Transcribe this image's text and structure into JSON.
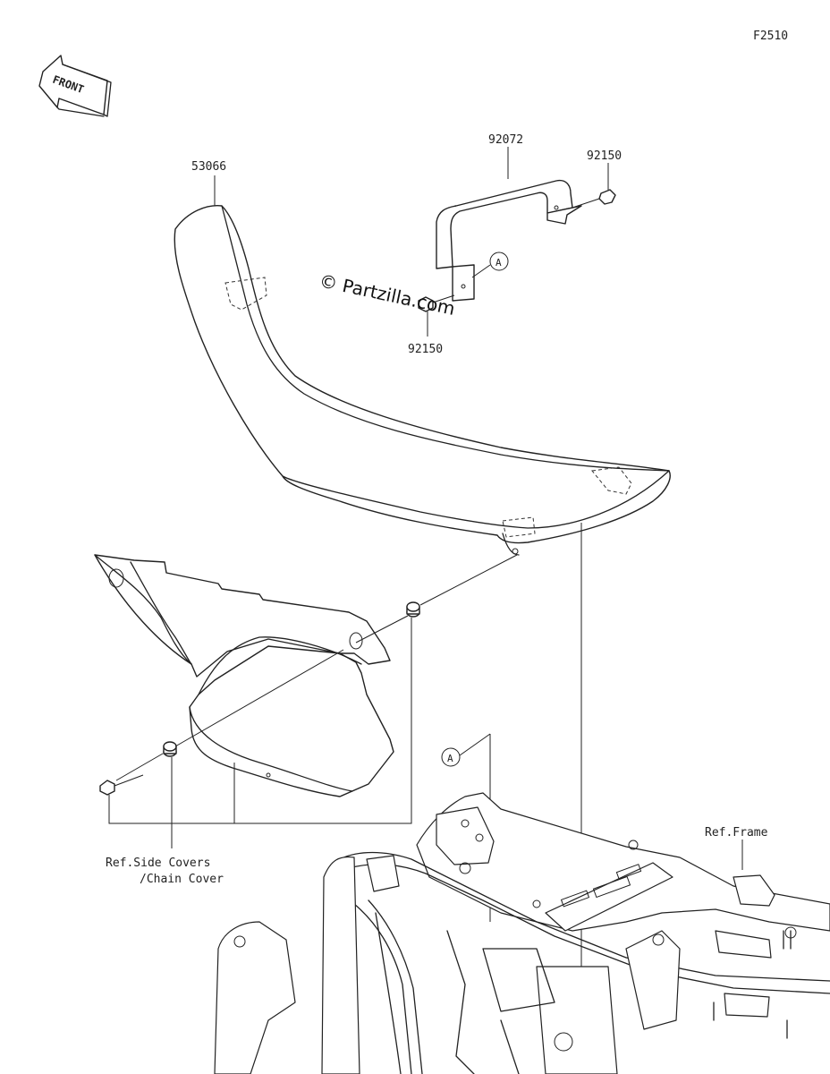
{
  "figure_code": "F2510",
  "front_label": "FRONT",
  "watermark": "© Partzilla.com",
  "callouts": {
    "seat": "53066",
    "strap": "92072",
    "bolt_right": "92150",
    "bolt_left": "92150",
    "ref_a_top": "A",
    "ref_a_bottom": "A",
    "ref_side_line1": "Ref.Side Covers",
    "ref_side_line2": "/Chain Cover",
    "ref_frame": "Ref.Frame"
  }
}
